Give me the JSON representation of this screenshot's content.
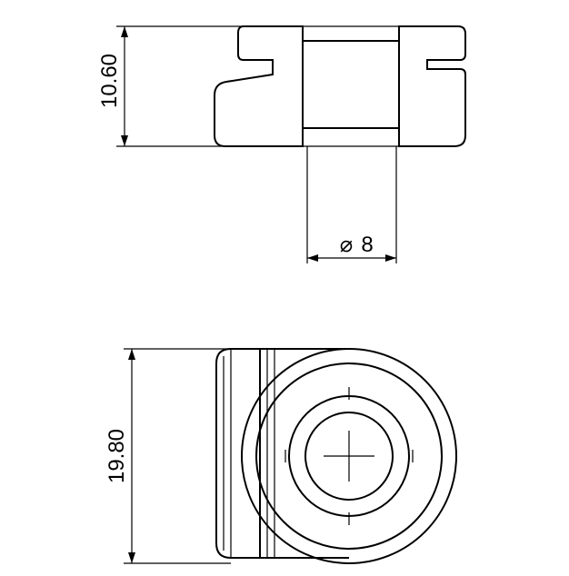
{
  "drawing": {
    "dimensions": {
      "top_height": "10.60",
      "bore_symbol": "⌀",
      "bore_value": "8",
      "bottom_height": "19.80"
    },
    "colors": {
      "line": "#000000",
      "background": "#ffffff"
    }
  }
}
